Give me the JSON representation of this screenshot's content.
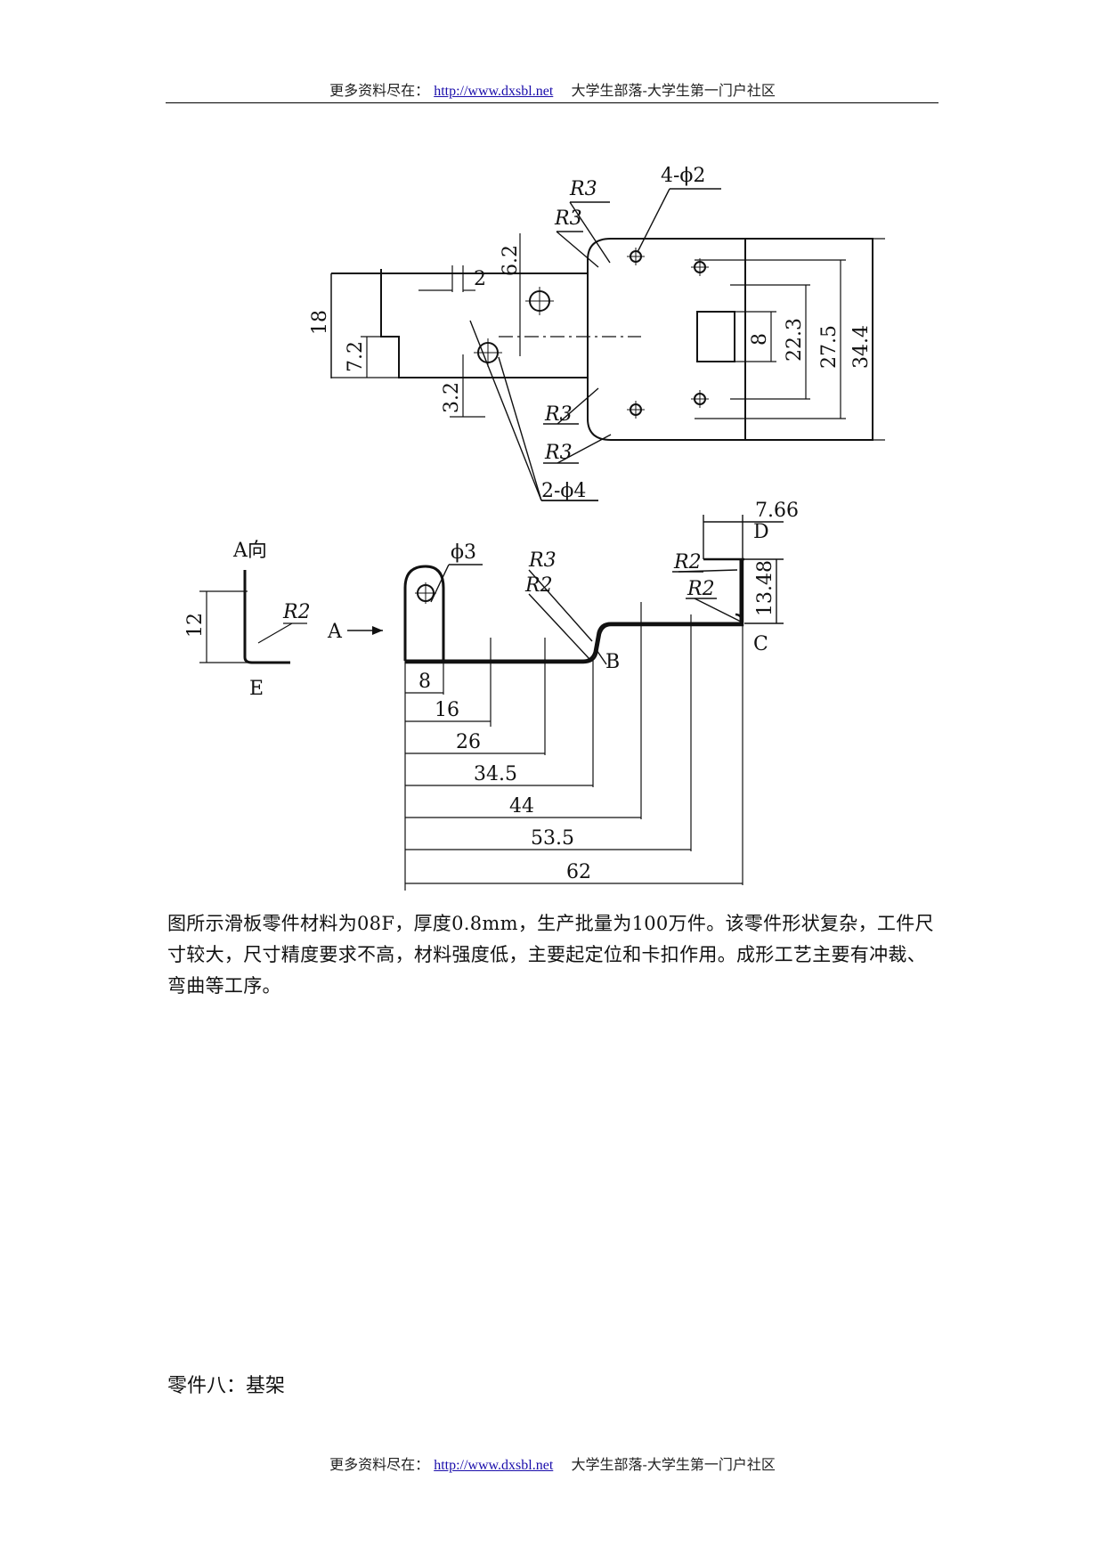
{
  "header": {
    "prefix": "更多资料尽在：",
    "link": "http://www.dxsbl.net",
    "suffix": "大学生部落-大学生第一门户社区"
  },
  "drawing": {
    "top_view": {
      "r_labels": [
        "R3",
        "R3",
        "R3",
        "R3"
      ],
      "holes_small": "4-ϕ2",
      "holes_large": "2-ϕ4",
      "dims": [
        "2",
        "6.2",
        "18",
        "7.2",
        "3.2",
        "8",
        "22.3",
        "27.5",
        "34.4"
      ]
    },
    "side_view": {
      "view_label": "A向",
      "dim_12": "12",
      "r_e": "R2",
      "label_e": "E",
      "label_a": "A",
      "hole": "ϕ3",
      "r_b1": "R3",
      "r_b2": "R2",
      "label_b": "B",
      "r_d1": "R2",
      "r_d2": "R2",
      "label_d": "D",
      "label_c": "C",
      "dim_766": "7.66",
      "dim_1348": "13.48",
      "dims_h": [
        "8",
        "16",
        "26",
        "34.5",
        "44",
        "53.5",
        "62"
      ]
    }
  },
  "paragraph": "图所示滑板零件材料为08F，厚度0.8mm，生产批量为100万件。该零件形状复杂，工件尺寸较大，尺寸精度要求不高，材料强度低，主要起定位和卡扣作用。成形工艺主要有冲裁、弯曲等工序。",
  "section_title": "零件八：基架",
  "footer": {
    "prefix": "更多资料尽在：",
    "link": "http://www.dxsbl.net",
    "suffix": "大学生部落-大学生第一门户社区"
  }
}
